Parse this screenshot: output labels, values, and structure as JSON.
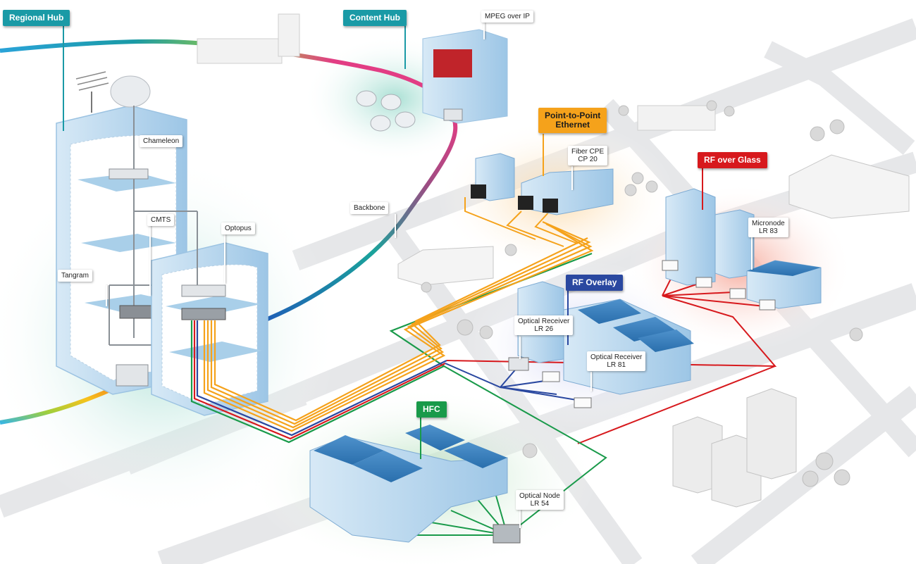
{
  "callouts": {
    "regional_hub": "Regional Hub",
    "content_hub": "Content Hub",
    "point_to_point_line1": "Point-to-Point",
    "point_to_point_line2": "Ethernet",
    "rf_over_glass": "RF over Glass",
    "rf_overlay": "RF Overlay",
    "hfc": "HFC"
  },
  "labels": {
    "mpeg_over_ip": "MPEG over IP",
    "chameleon": "Chameleon",
    "cmts": "CMTS",
    "optopus": "Optopus",
    "tangram": "Tangram",
    "backbone": "Backbone",
    "fiber_cpe_line1": "Fiber CPE",
    "fiber_cpe_line2": "CP 20",
    "micronode_line1": "Micronode",
    "micronode_line2": "LR 83",
    "optical_receiver_26_line1": "Optical Receiver",
    "optical_receiver_26_line2": "LR 26",
    "optical_receiver_81_line1": "Optical Receiver",
    "optical_receiver_81_line2": "LR 81",
    "optical_node_line1": "Optical Node",
    "optical_node_line2": "LR 54"
  },
  "colors": {
    "regional_hub": "#1a9aa6",
    "content_hub": "#1a9aa6",
    "point_to_point": "#f5a21b",
    "rf_over_glass": "#d7191d",
    "rf_overlay": "#2a48a0",
    "hfc": "#199a4a",
    "road": "#e4e5e7",
    "building": "#bcd9ef"
  }
}
